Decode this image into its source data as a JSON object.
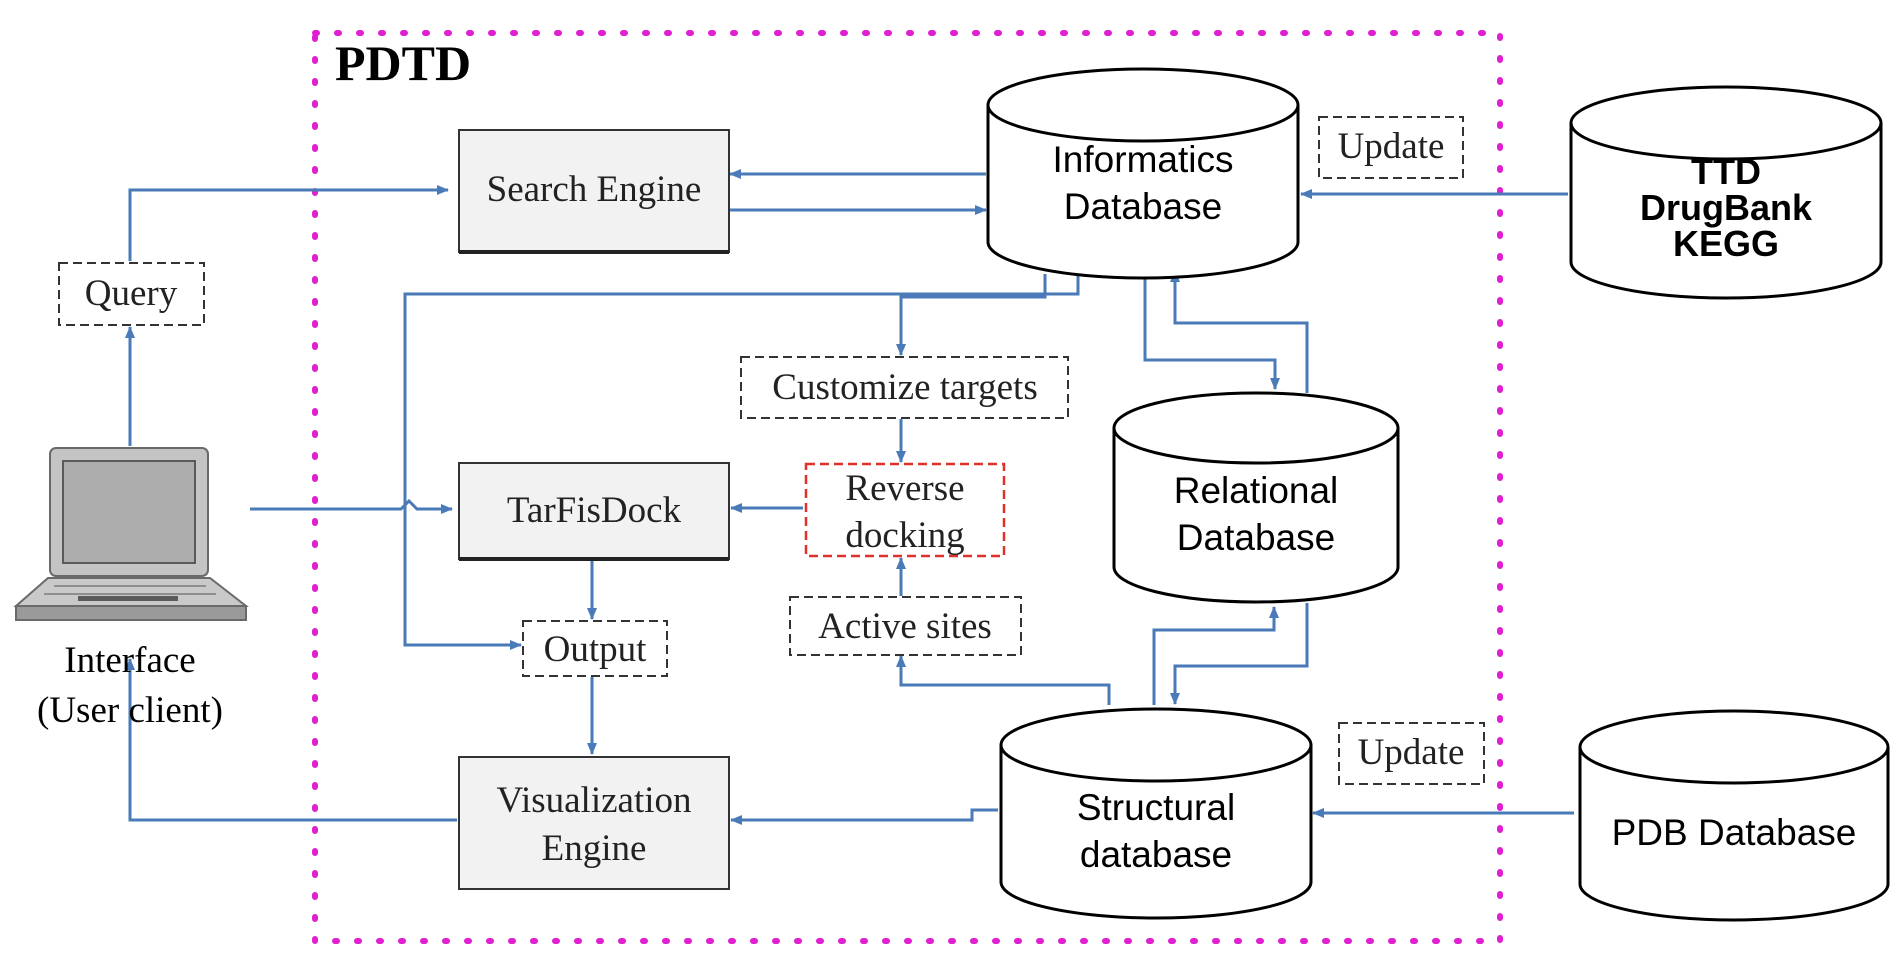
{
  "title": "PDTD",
  "interface": {
    "line1": "Interface",
    "line2": "(User client)"
  },
  "query": "Query",
  "search_engine": "Search Engine",
  "tarfisdock": "TarFisDock",
  "output": "Output",
  "visualization_engine": {
    "line1": "Visualization",
    "line2": "Engine"
  },
  "customize_targets": "Customize targets",
  "reverse_docking": {
    "line1": "Reverse",
    "line2": "docking"
  },
  "active_sites": "Active sites",
  "informatics_database": {
    "line1": "Informatics",
    "line2": "Database"
  },
  "relational_database": {
    "line1": "Relational",
    "line2": "Database"
  },
  "structural_database": {
    "line1": "Structural",
    "line2": "database"
  },
  "external_db_1": {
    "line1": "TTD",
    "line2": "DrugBank",
    "line3": "KEGG"
  },
  "external_db_2": "PDB Database",
  "update_label_1": "Update",
  "update_label_2": "Update",
  "colors": {
    "flow": "#4a7ab8",
    "pdtd_border": "#e020d0",
    "reverse_docking_border": "#e0302a"
  }
}
